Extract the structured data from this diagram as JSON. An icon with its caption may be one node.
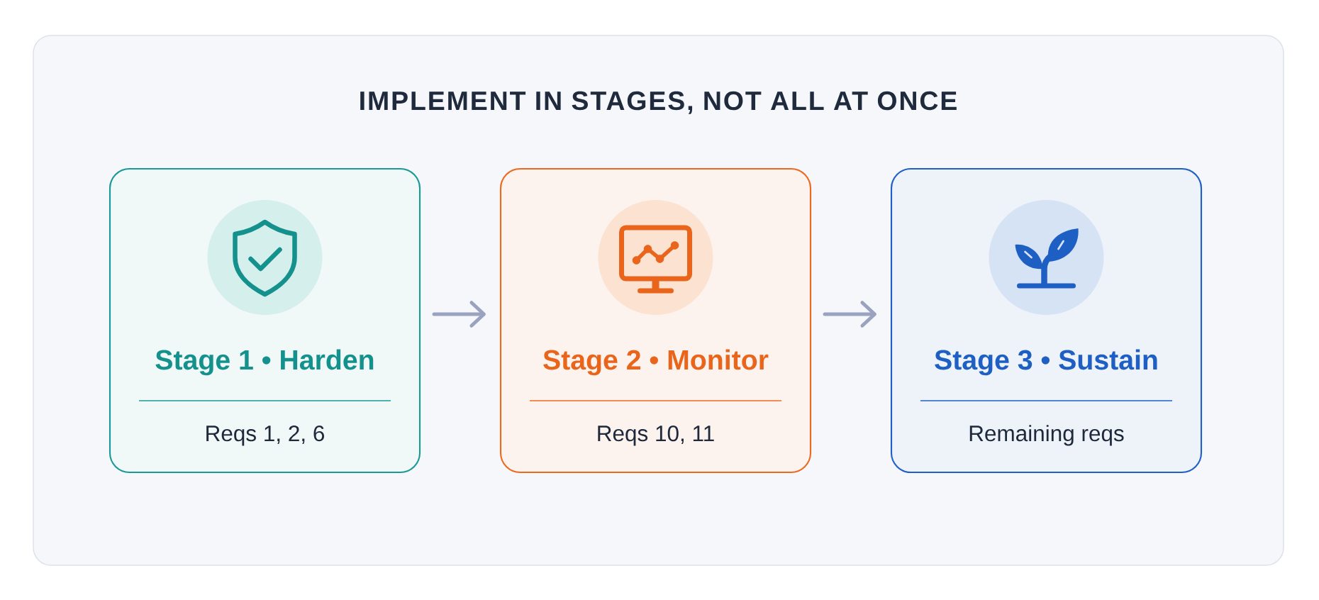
{
  "diagram": {
    "title": "IMPLEMENT IN STAGES, NOT ALL AT ONCE",
    "nodes": [
      {
        "text": [
          "Stage 1 • Harden",
          "Reqs 1, 2, 6"
        ]
      },
      {
        "text": [
          "Stage 2 • Monitor",
          "Reqs 10, 11"
        ]
      },
      {
        "text": [
          "Stage 3 • Sustain",
          "Remaining reqs"
        ]
      }
    ],
    "edges": [
      {
        "from": 0,
        "to": 1,
        "arrow": "to"
      },
      {
        "from": 1,
        "to": 2,
        "arrow": "to"
      }
    ]
  }
}
